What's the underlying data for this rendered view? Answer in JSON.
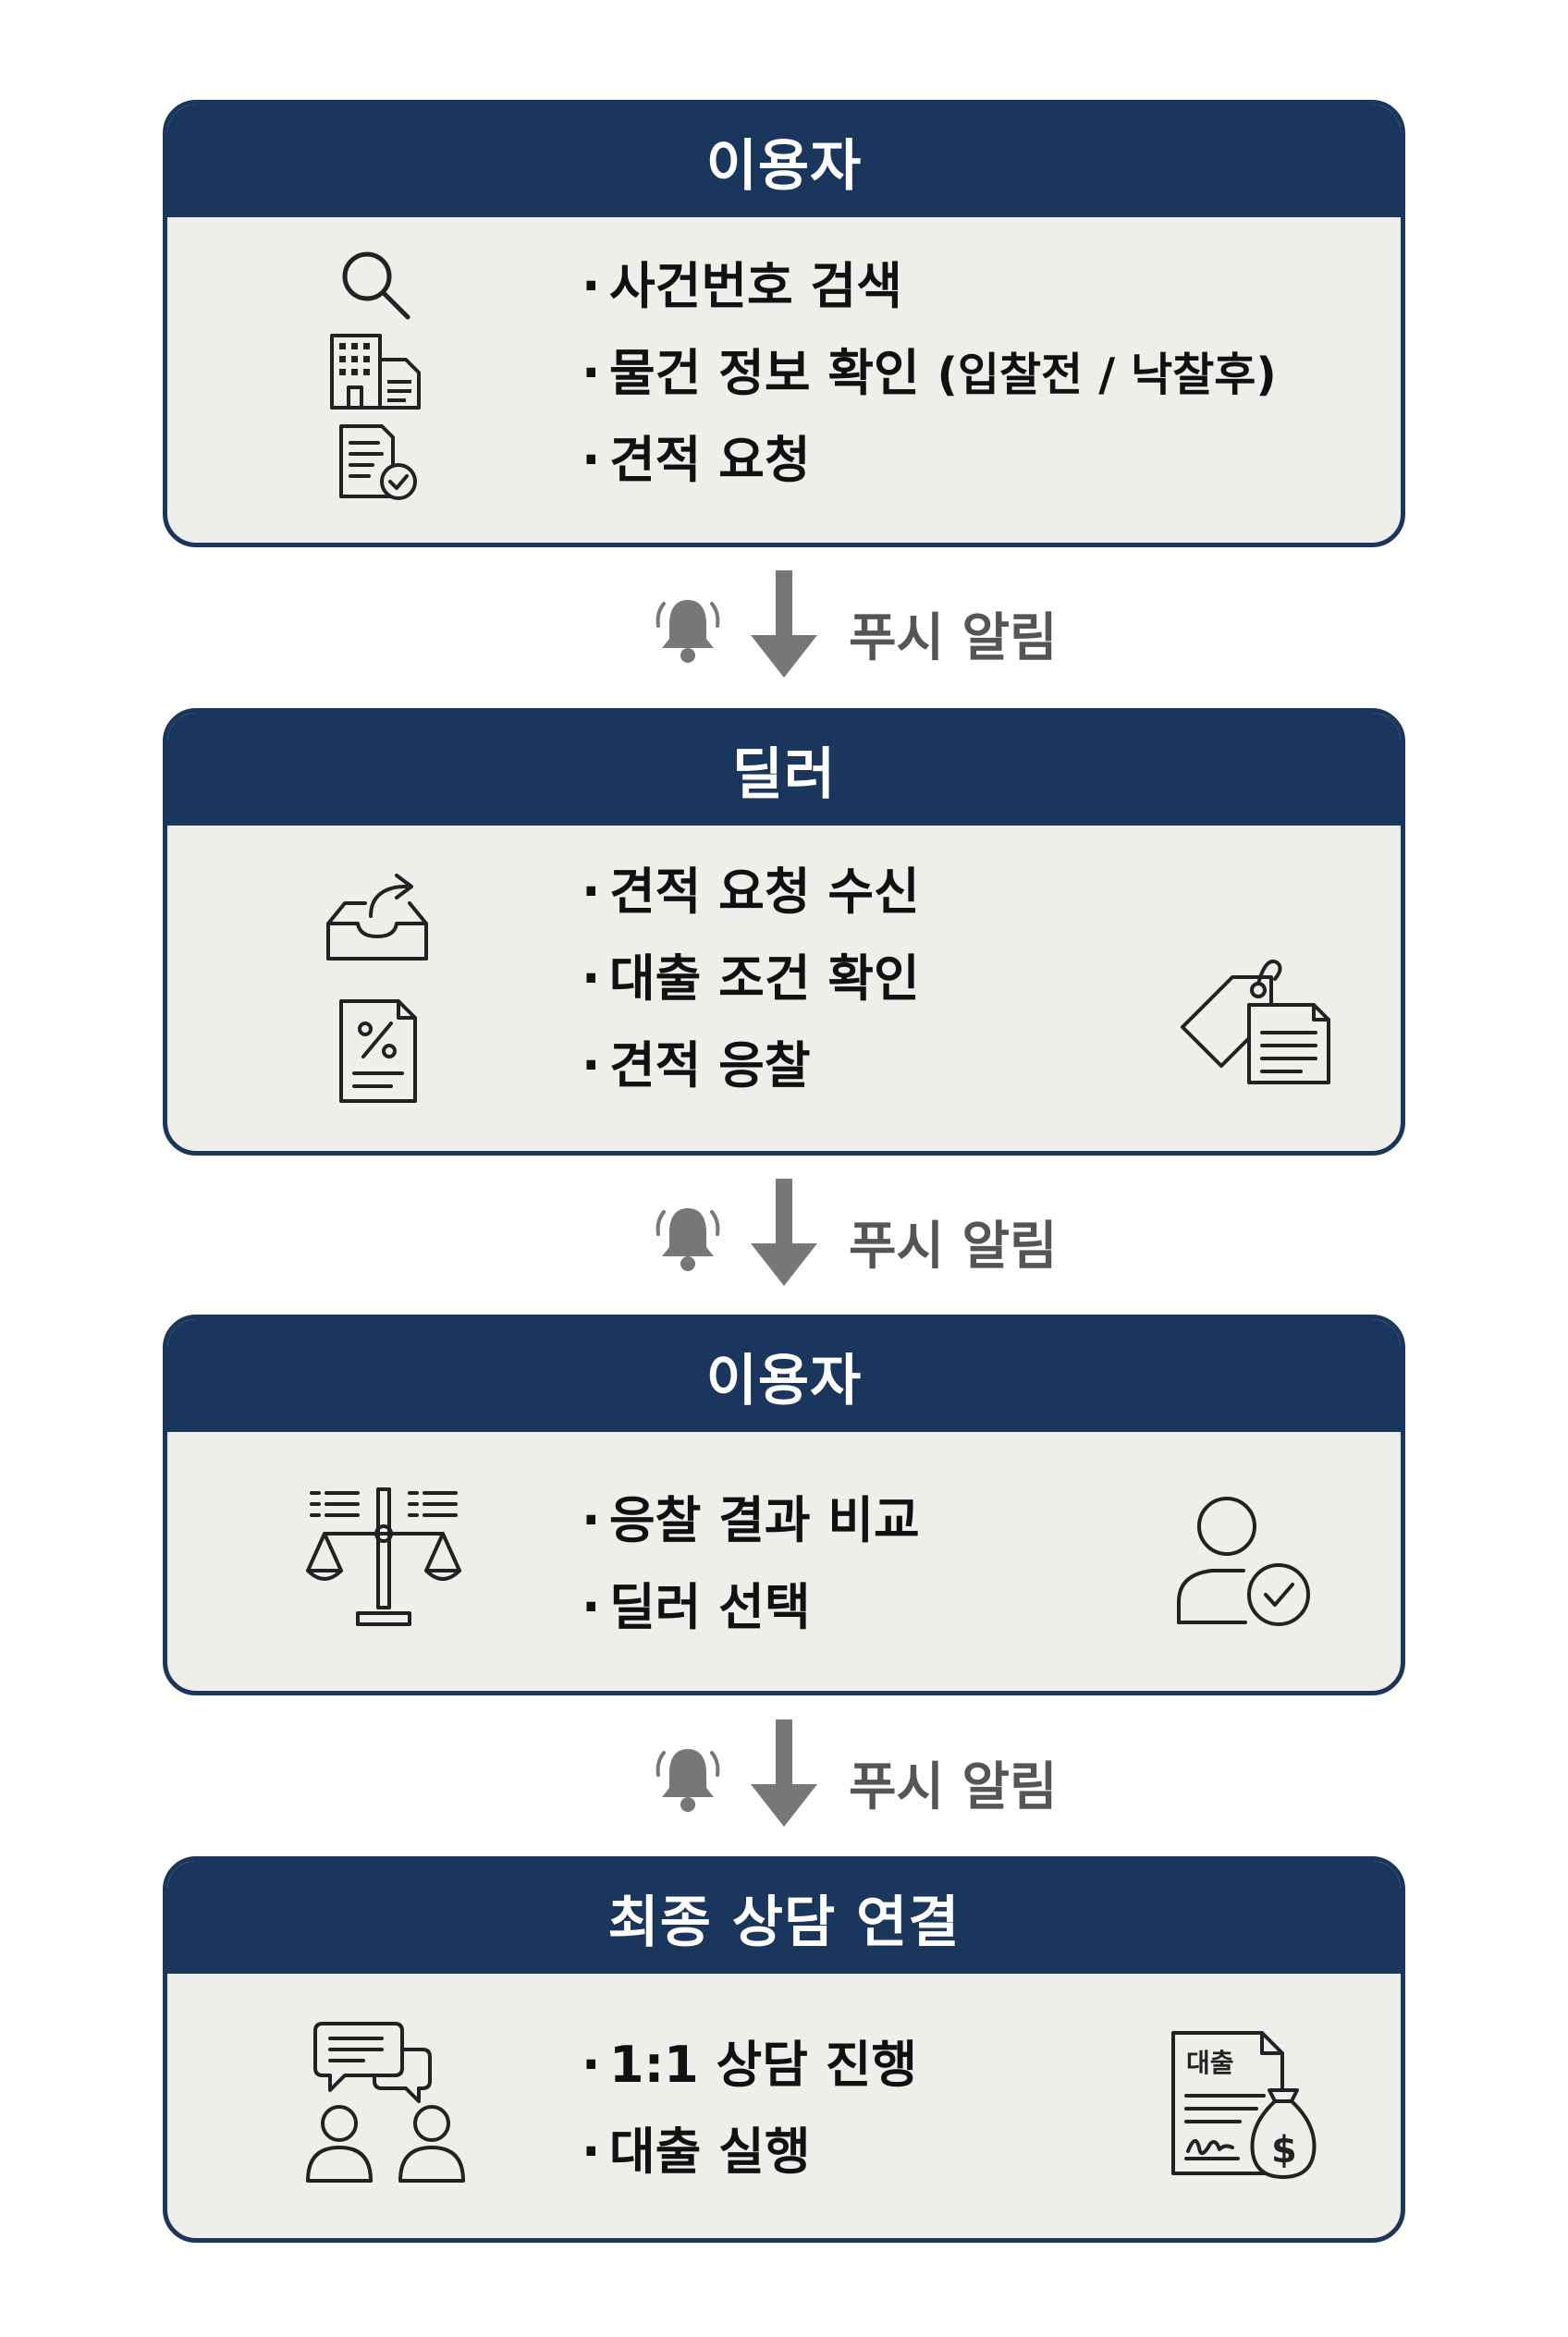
{
  "stages": [
    {
      "title": "이용자",
      "items": [
        "사건번호 검색",
        "물건 정보 확인",
        "견적 요청"
      ],
      "item_suffix": {
        "1": "(입찰전 / 낙찰후)"
      },
      "icons_left": [
        "search-icon",
        "building-document-icon",
        "document-check-icon"
      ]
    },
    {
      "title": "딜러",
      "items": [
        "견적 요청 수신",
        "대출 조건 확인",
        "견적 응찰"
      ],
      "icons_left": [
        "inbox-share-icon",
        "percent-document-icon"
      ],
      "icons_right": [
        "price-tag-document-icon"
      ]
    },
    {
      "title": "이용자",
      "items": [
        "응찰 결과 비교",
        "딜러 선택"
      ],
      "icons_left": [
        "balance-scale-icon"
      ],
      "icons_right": [
        "user-check-icon"
      ]
    },
    {
      "title": "최종 상담 연결",
      "items": [
        "1:1 상담 진행",
        "대출 실행"
      ],
      "icons_left": [
        "consultation-chat-icon"
      ],
      "icons_right": [
        "loan-contract-icon"
      ],
      "icon_text": {
        "loan_contract": "대출"
      }
    }
  ],
  "connector_label": "푸시 알림",
  "colors": {
    "header": "#1b365d",
    "card_body": "#eeeeeb",
    "connector": "#777777",
    "text": "#111111"
  }
}
